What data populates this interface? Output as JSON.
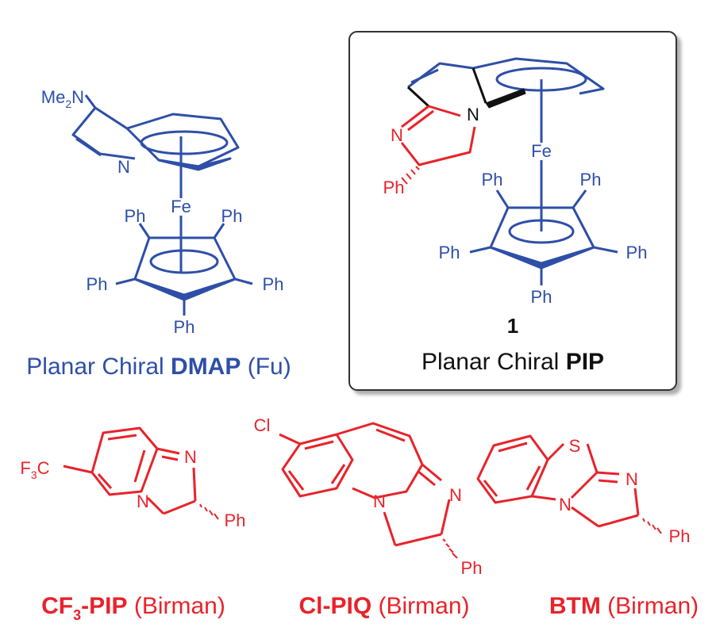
{
  "colors": {
    "blue": "#2e4fa8",
    "red": "#e8232a",
    "black": "#111111",
    "box_shadow": "#555555"
  },
  "dmap": {
    "me2n": [
      "Me",
      "2",
      "N"
    ],
    "n": "N",
    "fe": "Fe",
    "ph": "Ph",
    "caption_prefix": "Planar Chiral ",
    "caption_bold": "DMAP",
    "caption_suffix": " (Fu)"
  },
  "pip": {
    "n_imine": "N",
    "n_ring": "N",
    "fe": "Fe",
    "ph": "Ph",
    "compound_number": "1",
    "caption_prefix": "Planar Chiral ",
    "caption_bold": "PIP"
  },
  "cf3pip": {
    "f3c": [
      "F",
      "3",
      "C"
    ],
    "n1": "N",
    "n2": "N",
    "ph": "Ph",
    "caption_bold": [
      "CF",
      "3",
      "-PIP"
    ],
    "caption_suffix": " (Birman)"
  },
  "clpiq": {
    "cl": "Cl",
    "n1": "N",
    "n2": "N",
    "ph": "Ph",
    "caption_bold": "Cl-PIQ",
    "caption_suffix": " (Birman)"
  },
  "btm": {
    "s": "S",
    "n1": "N",
    "n2": "N",
    "ph": "Ph",
    "caption_bold": "BTM",
    "caption_suffix": " (Birman)"
  }
}
